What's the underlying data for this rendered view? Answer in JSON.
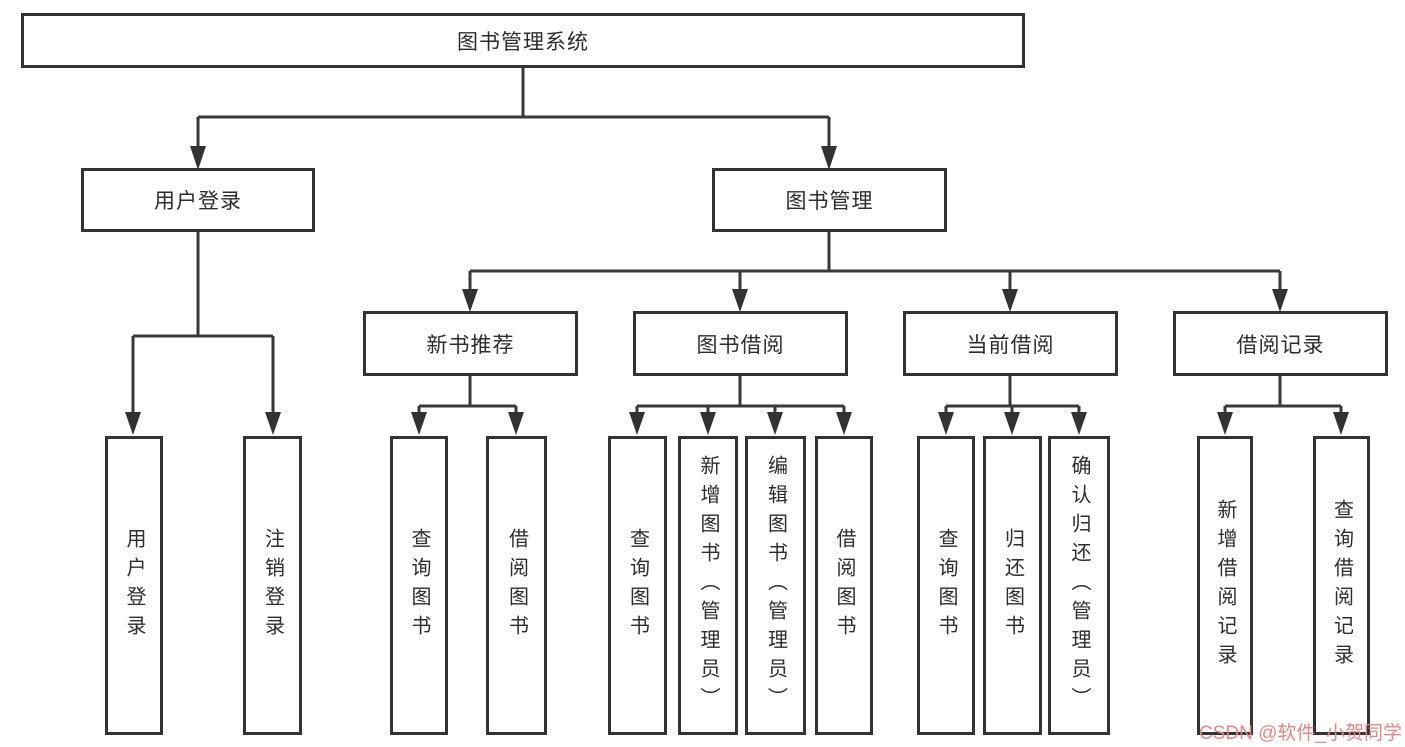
{
  "tree": {
    "root": {
      "label": "图书管理系统"
    },
    "level2": [
      {
        "label": "用户登录"
      },
      {
        "label": "图书管理"
      }
    ],
    "level3": [
      {
        "label": "新书推荐",
        "parent": "图书管理"
      },
      {
        "label": "图书借阅",
        "parent": "图书管理"
      },
      {
        "label": "当前借阅",
        "parent": "图书管理"
      },
      {
        "label": "借阅记录",
        "parent": "图书管理"
      }
    ],
    "leaves": [
      {
        "label": "用户登录",
        "parent": "用户登录"
      },
      {
        "label": "注销登录",
        "parent": "用户登录"
      },
      {
        "label": "查询图书",
        "parent": "新书推荐"
      },
      {
        "label": "借阅图书",
        "parent": "新书推荐"
      },
      {
        "label": "查询图书",
        "parent": "图书借阅"
      },
      {
        "label": "新增图书（管理员）",
        "parent": "图书借阅"
      },
      {
        "label": "编辑图书（管理员）",
        "parent": "图书借阅"
      },
      {
        "label": "借阅图书",
        "parent": "图书借阅"
      },
      {
        "label": "查询图书",
        "parent": "当前借阅"
      },
      {
        "label": "归还图书",
        "parent": "当前借阅"
      },
      {
        "label": "确认归还（管理员）",
        "parent": "当前借阅"
      },
      {
        "label": "新增借阅记录",
        "parent": "借阅记录"
      },
      {
        "label": "查询借阅记录",
        "parent": "借阅记录"
      }
    ]
  },
  "watermark": {
    "text": "CSDN @软件_小贺同学"
  },
  "colors": {
    "line": "#383838",
    "box_border": "#333333",
    "text": "#2d2d2d",
    "background": "#ffffff",
    "watermark_color": "#e08888"
  }
}
